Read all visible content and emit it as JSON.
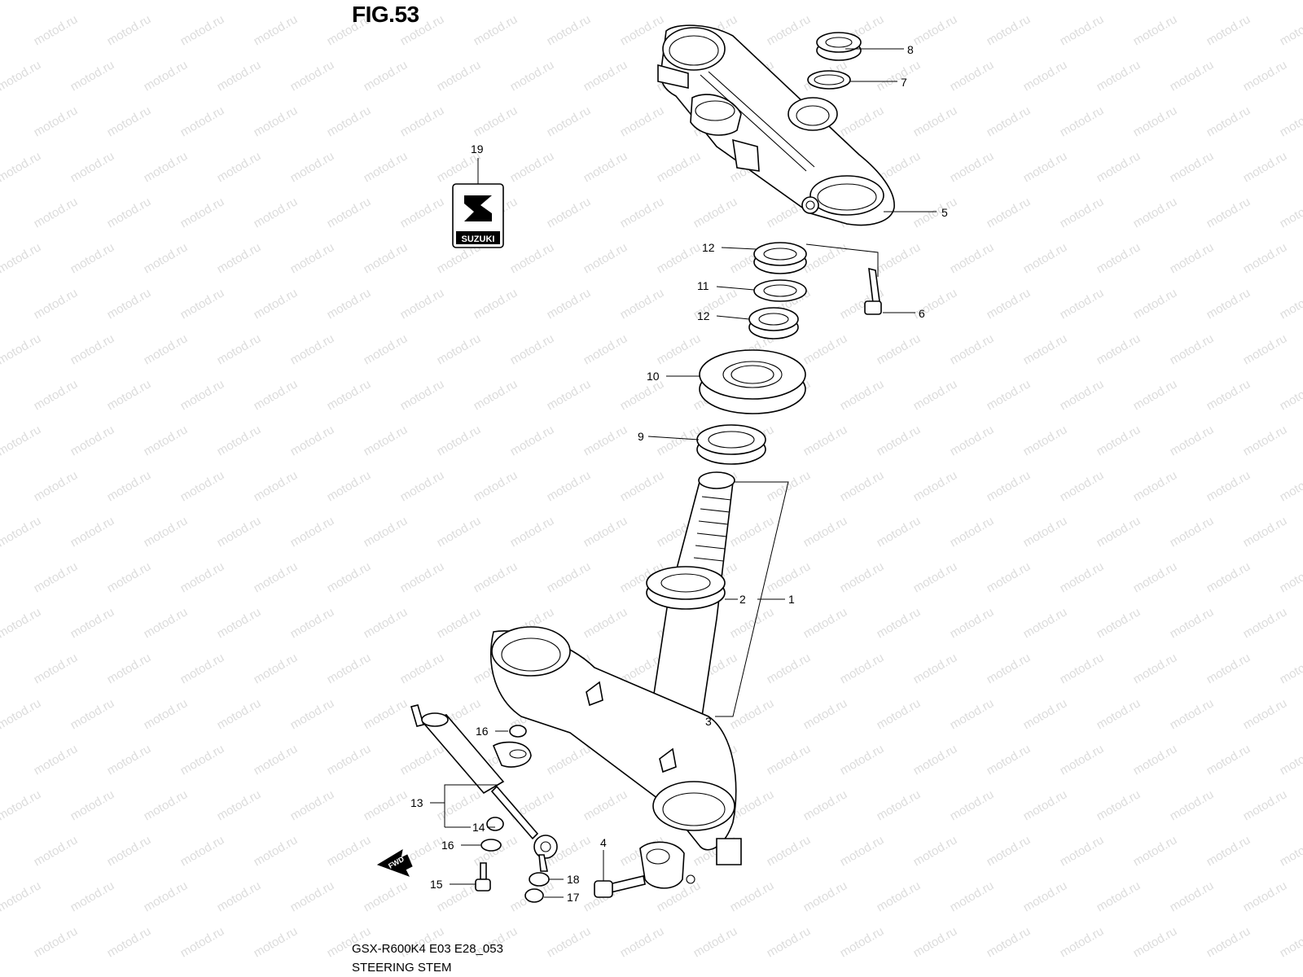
{
  "figure": {
    "title": "FIG.53",
    "model_code": "GSX-R600K4 E03 E28_053",
    "section_name": "STEERING STEM"
  },
  "watermark": {
    "text": "motod.ru"
  },
  "emblem": {
    "text": "SUZUKI"
  },
  "fwd_arrow": {
    "text": "FWD"
  },
  "callouts": {
    "c1": "1",
    "c2": "2",
    "c3": "3",
    "c4": "4",
    "c5": "5",
    "c6": "6",
    "c7": "7",
    "c8": "8",
    "c9": "9",
    "c10": "10",
    "c11": "11",
    "c12a": "12",
    "c12b": "12",
    "c13": "13",
    "c14": "14",
    "c15": "15",
    "c16a": "16",
    "c16b": "16",
    "c17": "17",
    "c18": "18",
    "c19": "19"
  }
}
